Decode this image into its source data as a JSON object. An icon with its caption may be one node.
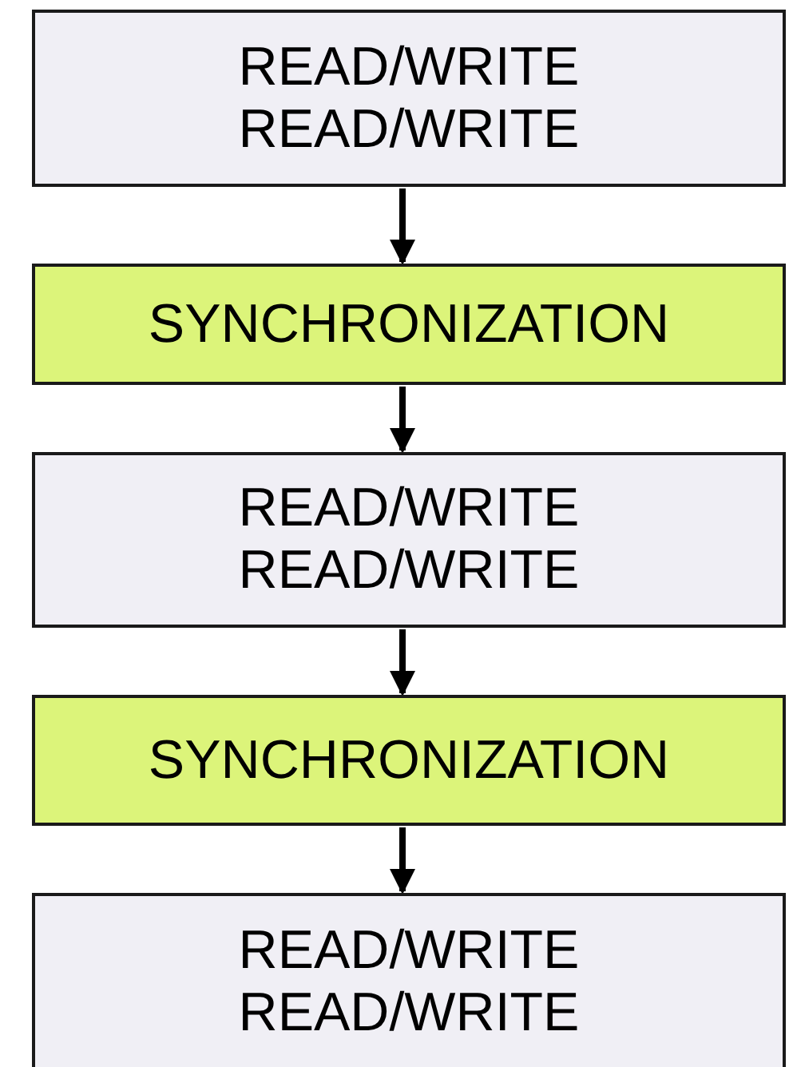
{
  "diagram": {
    "nodes": [
      {
        "text": [
          "READ/WRITE",
          "READ/WRITE"
        ]
      },
      {
        "text": [
          "SYNCHRONIZATION"
        ]
      },
      {
        "text": [
          "READ/WRITE",
          "READ/WRITE"
        ]
      },
      {
        "text": [
          "SYNCHRONIZATION"
        ]
      },
      {
        "text": [
          "READ/WRITE",
          "READ/WRITE"
        ]
      }
    ],
    "edges": [
      {
        "from": 0,
        "to": 1,
        "arrow": "to"
      },
      {
        "from": 1,
        "to": 2,
        "arrow": "to"
      },
      {
        "from": 2,
        "to": 3,
        "arrow": "to"
      },
      {
        "from": 3,
        "to": 4,
        "arrow": "to"
      }
    ]
  }
}
